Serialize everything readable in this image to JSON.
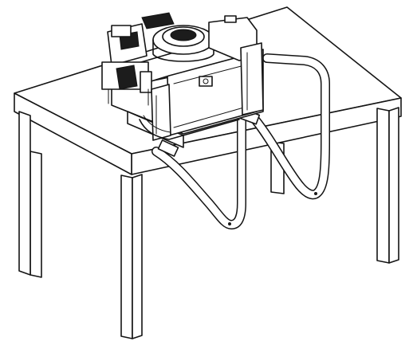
{
  "figure": {
    "title": "",
    "description_visible_text": "",
    "colors": {
      "line": "#141414",
      "fill": "#ffffff",
      "dark_part": "#1c1c1c"
    },
    "icons": {
      "table": "table-illustration",
      "engine": "engine-illustration",
      "handle": "tubular-handle-illustration"
    }
  }
}
